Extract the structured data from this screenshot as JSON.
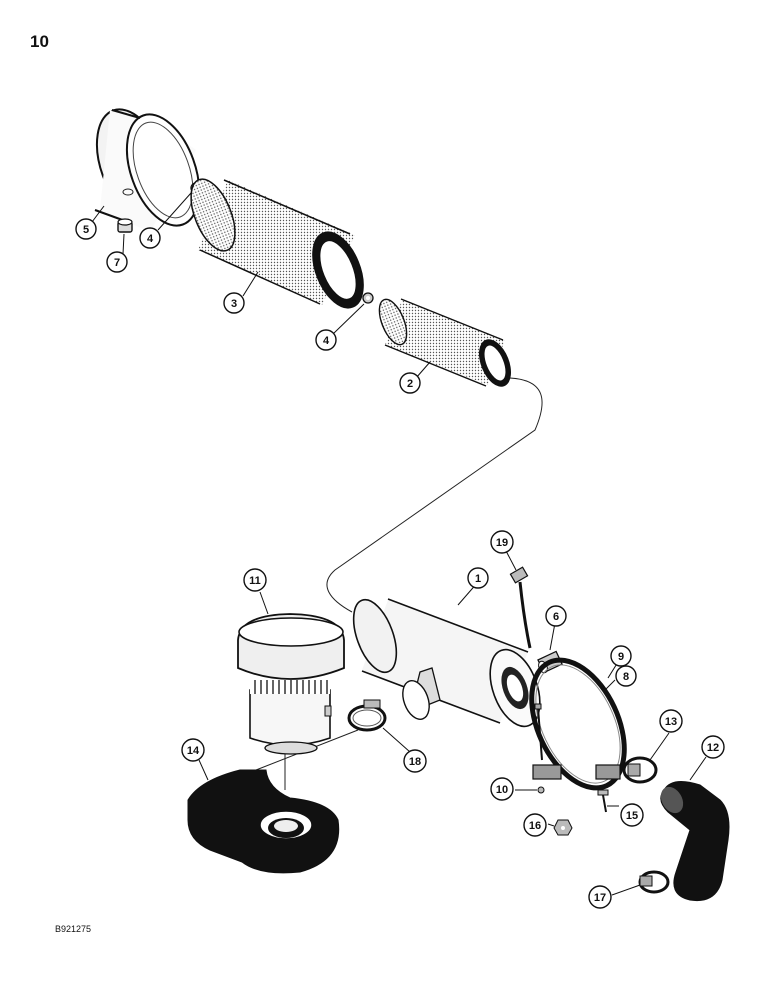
{
  "page_number": "10",
  "drawing_code": "B921275",
  "callouts": [
    {
      "id": "c1",
      "label": "1"
    },
    {
      "id": "c2",
      "label": "2"
    },
    {
      "id": "c3",
      "label": "3"
    },
    {
      "id": "c4a",
      "label": "4"
    },
    {
      "id": "c4b",
      "label": "4"
    },
    {
      "id": "c5",
      "label": "5"
    },
    {
      "id": "c6",
      "label": "6"
    },
    {
      "id": "c7",
      "label": "7"
    },
    {
      "id": "c8",
      "label": "8"
    },
    {
      "id": "c9",
      "label": "9"
    },
    {
      "id": "c10",
      "label": "10"
    },
    {
      "id": "c11",
      "label": "11"
    },
    {
      "id": "c12",
      "label": "12"
    },
    {
      "id": "c13",
      "label": "13"
    },
    {
      "id": "c14",
      "label": "14"
    },
    {
      "id": "c15",
      "label": "15"
    },
    {
      "id": "c16",
      "label": "16"
    },
    {
      "id": "c17",
      "label": "17"
    },
    {
      "id": "c18",
      "label": "18"
    },
    {
      "id": "c19",
      "label": "19"
    }
  ]
}
